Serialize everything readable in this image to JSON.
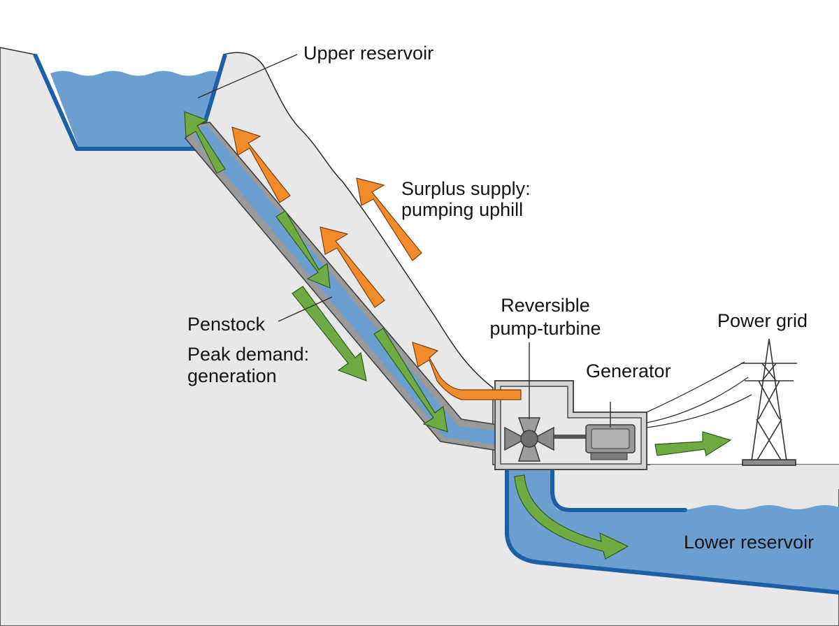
{
  "labels": {
    "upper_reservoir": "Upper reservoir",
    "surplus_line1": "Surplus supply:",
    "surplus_line2": "pumping uphill",
    "penstock": "Penstock",
    "peak_line1": "Peak demand:",
    "peak_line2": "generation",
    "pump_turbine_line1": "Reversible",
    "pump_turbine_line2": "pump-turbine",
    "generator": "Generator",
    "power_grid": "Power grid",
    "lower_reservoir": "Lower reservoir"
  },
  "colors": {
    "ground": "#e8e8e8",
    "water": "#6a9fd0",
    "water_edge": "#1f5fa8",
    "pipe_wall": "#9a9a9a",
    "generation_arrow": "#6eab44",
    "pumping_arrow": "#f28b2c",
    "machine_gray": "#8c8c8c",
    "outline": "#3a3a3a"
  },
  "icons": {
    "pump_turbine": "pump-turbine-icon",
    "generator": "generator-icon",
    "tower": "transmission-tower-icon"
  }
}
